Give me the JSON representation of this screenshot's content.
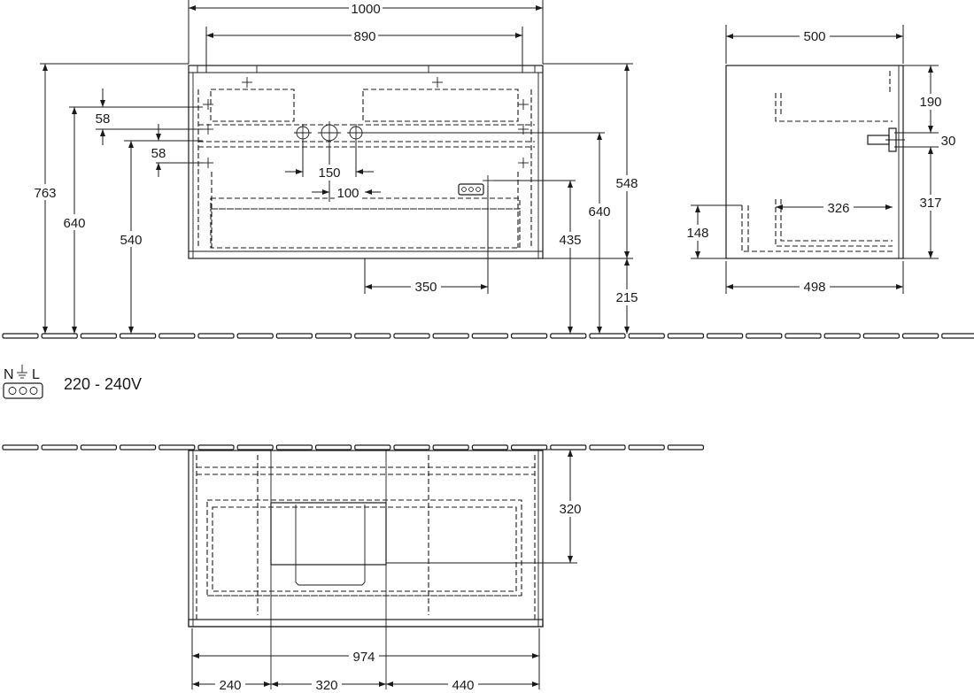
{
  "front_view": {
    "overall_width": "1000",
    "inner_width": "890",
    "height_overall": "763",
    "height_640_left": "640",
    "height_540": "540",
    "offset_58_top": "58",
    "offset_58_bottom": "58",
    "spacing_150": "150",
    "spacing_100": "100",
    "height_548": "548",
    "height_640_right": "640",
    "height_435": "435",
    "height_215": "215",
    "offset_350": "350"
  },
  "side_view": {
    "top_depth": "500",
    "bottom_depth": "498",
    "height_190": "190",
    "height_30": "30",
    "height_317": "317",
    "height_148": "148",
    "depth_326": "326"
  },
  "electrical": {
    "symbol_n": "N",
    "symbol_l": "L",
    "voltage": "220 - 240V"
  },
  "bottom_view": {
    "overall_width": "974",
    "depth_320": "320",
    "seg_240": "240",
    "seg_320": "320",
    "seg_440": "440"
  }
}
